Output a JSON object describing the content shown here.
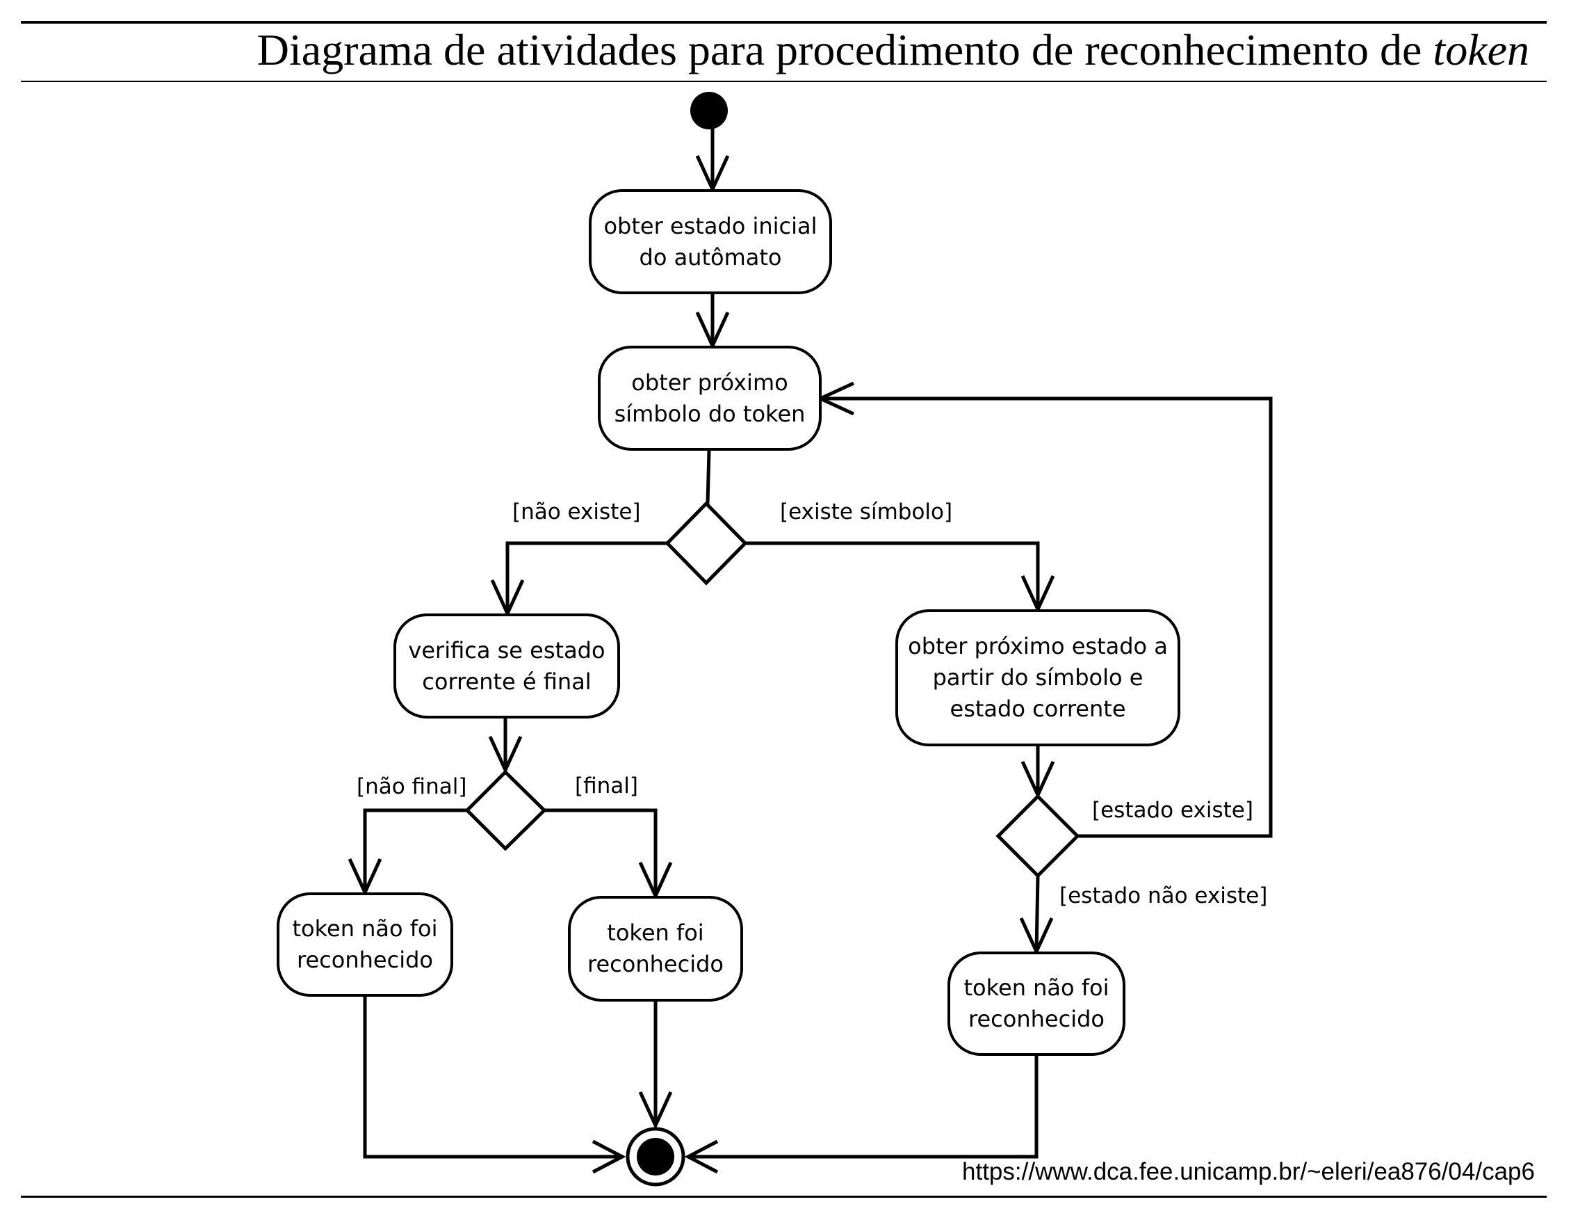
{
  "title": {
    "main": "Diagrama de atividades para procedimento de reconhecimento de ",
    "emphasis": "token"
  },
  "actions": {
    "init_state": "obter estado inicial\ndo autômato",
    "next_symbol": "obter próximo\nsímbolo do token",
    "check_final": "verifica se estado\ncorrente é final",
    "next_state": "obter próximo estado a\npartir do símbolo e\nestado corrente",
    "not_recognized_left": "token não foi\nreconhecido",
    "recognized": "token foi\nreconhecido",
    "not_recognized_right": "token não foi\nreconhecido"
  },
  "guards": {
    "no_symbol": "[não existe]",
    "has_symbol": "[existe símbolo]",
    "not_final": "[não final]",
    "final": "[final]",
    "state_exists": "[estado existe]",
    "state_missing": "[estado não existe]"
  },
  "source_url": "https://www.dca.fee.unicamp.br/~eleri/ea876/04/cap6",
  "colors": {
    "ink": "#000000",
    "background": "#ffffff"
  }
}
